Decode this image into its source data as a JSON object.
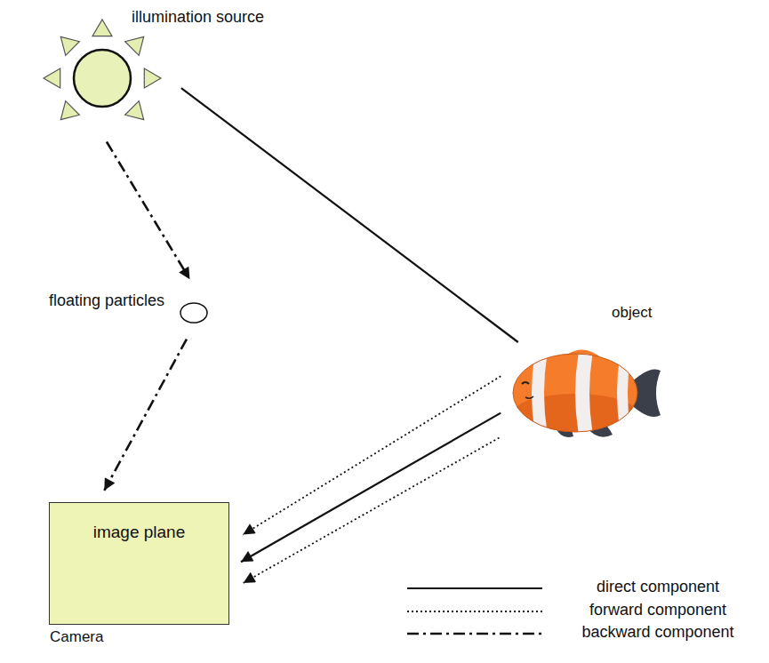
{
  "diagram": {
    "nodes": [
      {
        "text": [
          "illumination source"
        ]
      },
      {
        "text": [
          "floating particles"
        ]
      },
      {
        "text": [
          "object"
        ]
      },
      {
        "text": [
          "image plane",
          "Camera"
        ]
      }
    ],
    "edges": [
      {
        "from": 0,
        "to": 1,
        "arrow": "to"
      },
      {
        "from": 1,
        "to": 3,
        "arrow": "to"
      },
      {
        "from": 0,
        "to": 2,
        "arrow": "none"
      },
      {
        "from": 2,
        "to": 3,
        "arrow": "to"
      },
      {
        "from": 2,
        "to": 3,
        "arrow": "to"
      },
      {
        "from": 2,
        "to": 3,
        "arrow": "to"
      }
    ],
    "legend": [
      {
        "text": "direct component"
      },
      {
        "text": "forward component"
      },
      {
        "text": "backward component"
      }
    ]
  }
}
